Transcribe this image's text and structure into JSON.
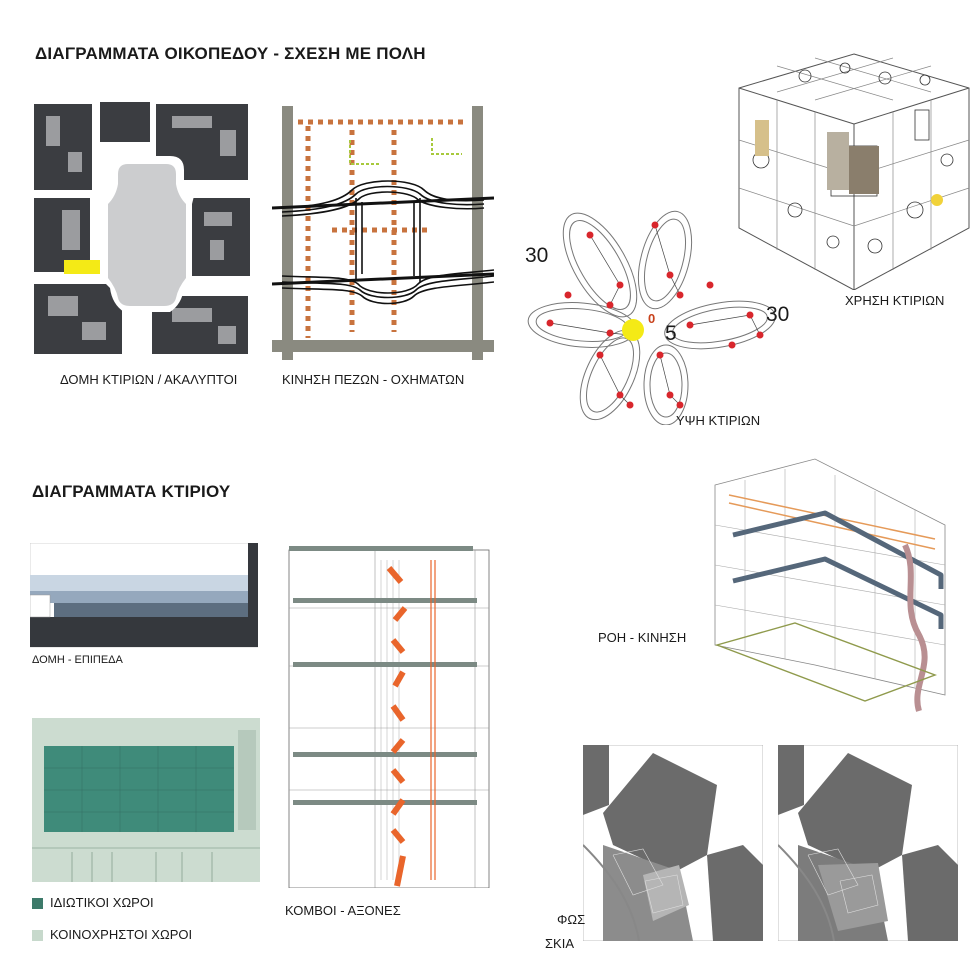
{
  "site": {
    "heading": "ΔΙΑΓΡΑΜΜΑΤΑ ΟΙΚΟΠΕΔΟΥ - ΣΧΕΣΗ ΜΕ ΠΟΛΗ",
    "captions": {
      "structure": "ΔΟΜΗ ΚΤΙΡΙΩΝ / ΑΚΑΛΥΠΤΟΙ",
      "movement": "ΚΙΝΗΣΗ ΠΕΖΩΝ - ΟΧΗΜΑΤΩΝ",
      "heights": "ΥΨΗ ΚΤΙΡΙΩΝ",
      "uses": "ΧΡΗΣΗ ΚΤΙΡΙΩΝ"
    },
    "height_labels": {
      "top_left": "30",
      "right": "30",
      "center_zero": "0",
      "center_five": "5"
    }
  },
  "building": {
    "heading": "ΔΙΑΓΡΑΜΜΑΤΑ ΚΤΙΡΙΟΥ",
    "captions": {
      "levels": "ΔΟΜΗ - ΕΠΙΠΕΔΑ",
      "nodes": "ΚΟΜΒΟΙ - ΑΞΟΝΕΣ",
      "flow": "ΡΟΗ - ΚΙΝΗΣΗ",
      "light": "ΦΩΣ",
      "shadow": "ΣΚΙΑ"
    },
    "legend": [
      {
        "label": "ΙΔΙΩΤΙΚΟΙ ΧΩΡΟΙ",
        "color": "#3d7a6a"
      },
      {
        "label": "ΚΟΙΝΟΧΡΗΣΤΟΙ ΧΩΡΟΙ",
        "color": "#c7d9cc"
      }
    ]
  },
  "colors": {
    "dark_block": "#3b3d41",
    "courtyard": "#cccdcf",
    "accent_yellow": "#f4ea16",
    "orange": "#e9652b",
    "red_dot": "#d8262c"
  }
}
